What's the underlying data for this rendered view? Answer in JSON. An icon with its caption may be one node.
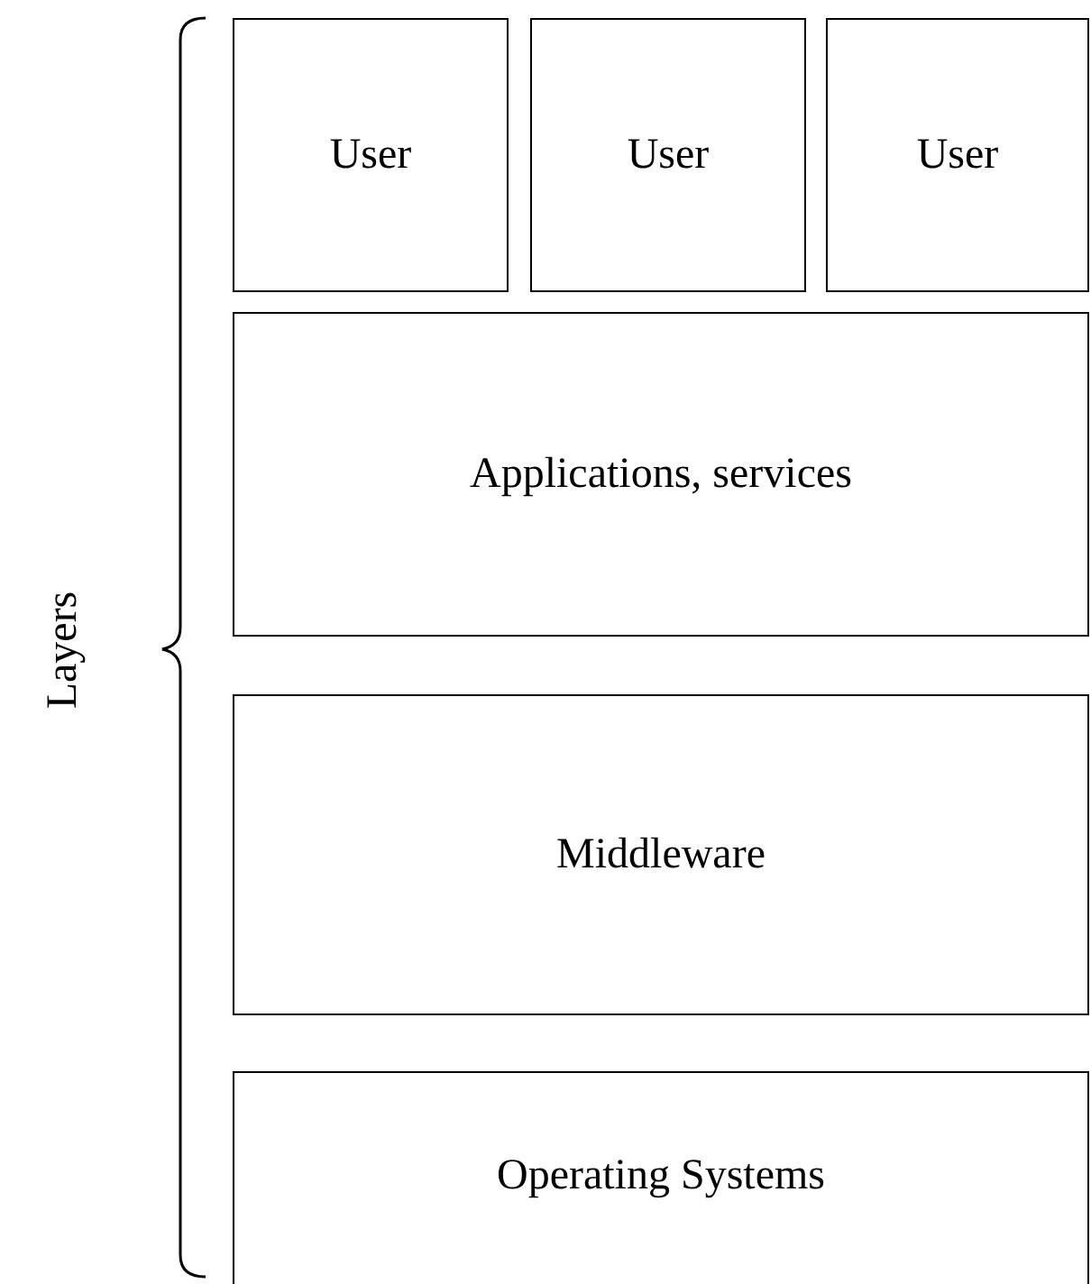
{
  "diagram": {
    "nodes": [
      {
        "text": [
          "User"
        ]
      },
      {
        "text": [
          "User"
        ]
      },
      {
        "text": [
          "User"
        ]
      },
      {
        "text": [
          "Applications, services"
        ]
      },
      {
        "text": [
          "Middleware"
        ]
      },
      {
        "text": [
          "Operating Systems"
        ]
      }
    ],
    "labels": [
      "Layers"
    ]
  }
}
